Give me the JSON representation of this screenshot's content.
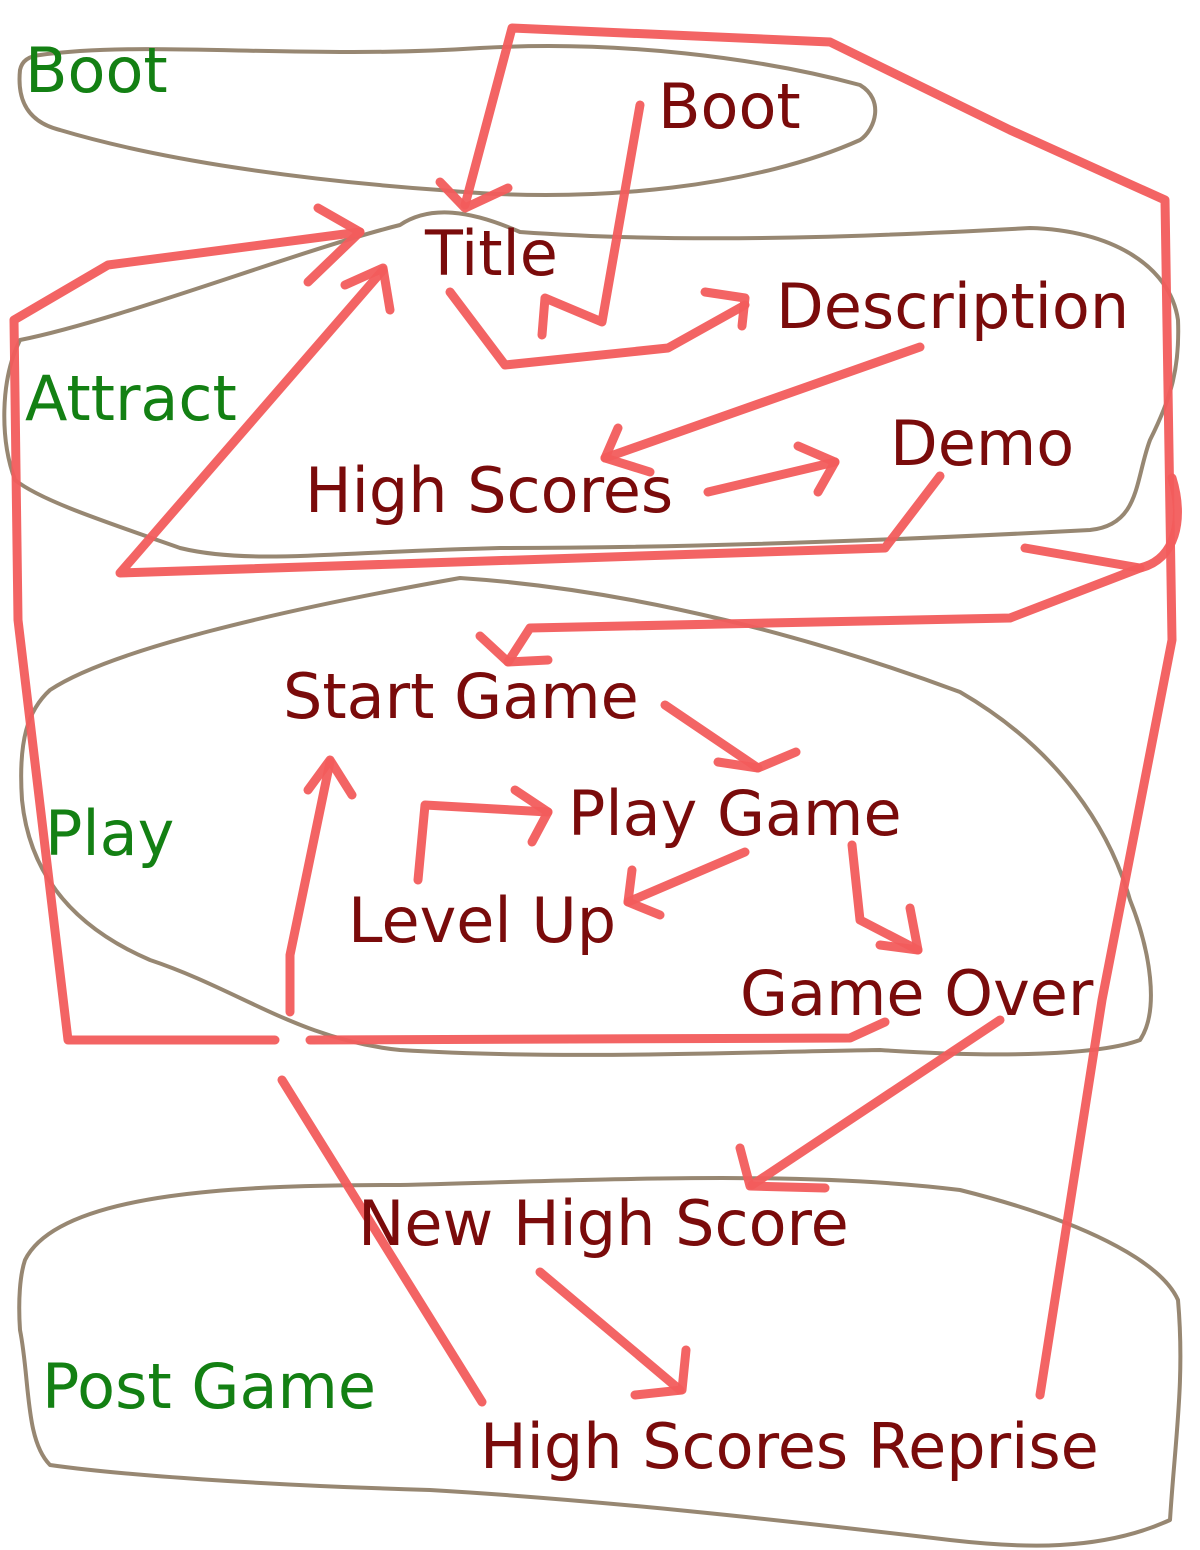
{
  "colors": {
    "background": "#ffffff",
    "group_label": "#138013",
    "state_label": "#7a0b0b",
    "arrow": "#f25c5c",
    "outline": "#8c7a63"
  },
  "groups": {
    "boot": "Boot",
    "attract": "Attract",
    "play": "Play",
    "post_game": "Post Game"
  },
  "states": {
    "boot": "Boot",
    "title": "Title",
    "description": "Description",
    "high_scores": "High Scores",
    "demo": "Demo",
    "start_game": "Start Game",
    "play_game": "Play Game",
    "level_up": "Level Up",
    "game_over": "Game Over",
    "new_high_score": "New High Score",
    "high_scores_reprise": "High Scores Reprise"
  }
}
